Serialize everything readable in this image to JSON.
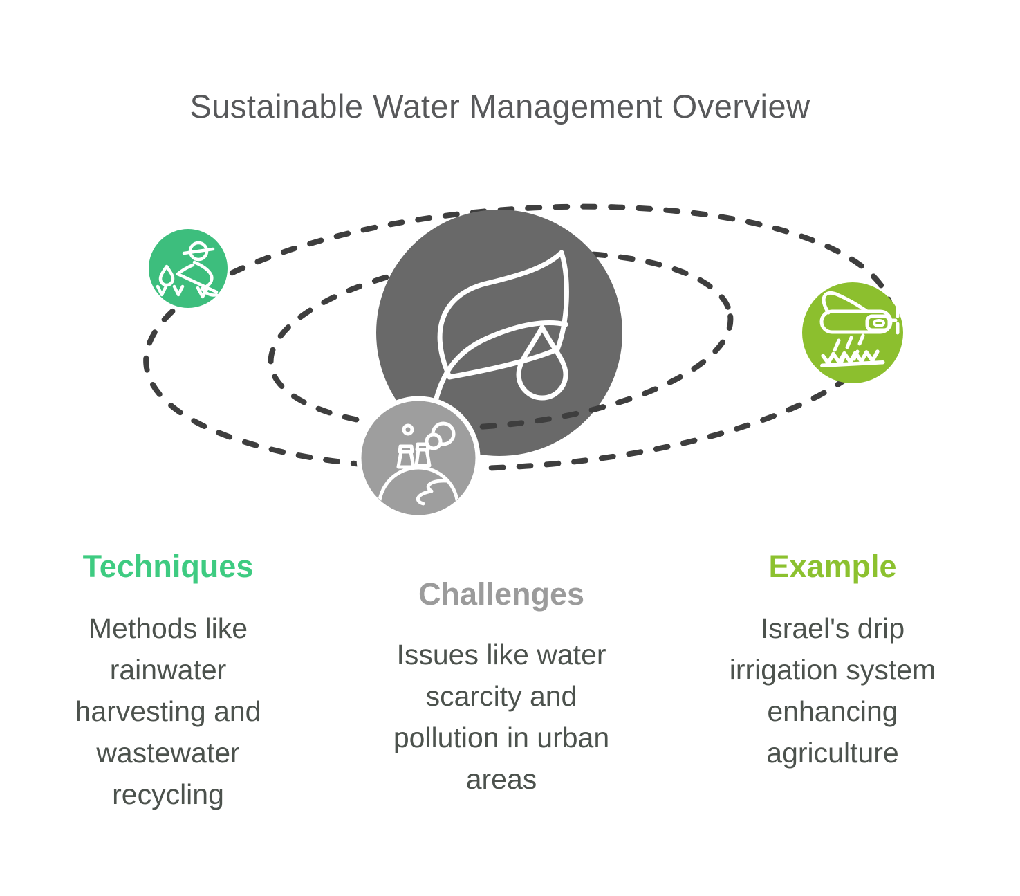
{
  "title": "Sustainable Water Management Overview",
  "colors": {
    "central_circle": "#696969",
    "orbit_dash": "#3e3e3e",
    "emerald": "#3dbe7d",
    "gray": "#9e9e9e",
    "lime": "#8cbf2e",
    "heading_emerald": "#3ecb81",
    "heading_gray": "#9b9b9b",
    "heading_lime": "#8cc12f",
    "title_text": "#57585a",
    "body_text": "#4c524d"
  },
  "center": {
    "icon": "leaf-with-water-drop"
  },
  "nodes": [
    {
      "heading": "Techniques",
      "body": "Methods like rainwater harvesting and wastewater recycling",
      "icon": "farmer-planting",
      "color": "#3dbe7d",
      "heading_color": "#3ecb81"
    },
    {
      "heading": "Challenges",
      "body": "Issues like water scarcity and pollution in urban areas",
      "icon": "factory-pollution",
      "color": "#9e9e9e",
      "heading_color": "#9b9b9b"
    },
    {
      "heading": "Example",
      "body": "Israel's drip irrigation system enhancing agriculture",
      "icon": "crop-duster-plane",
      "color": "#8cbf2e",
      "heading_color": "#8cc12f"
    }
  ]
}
